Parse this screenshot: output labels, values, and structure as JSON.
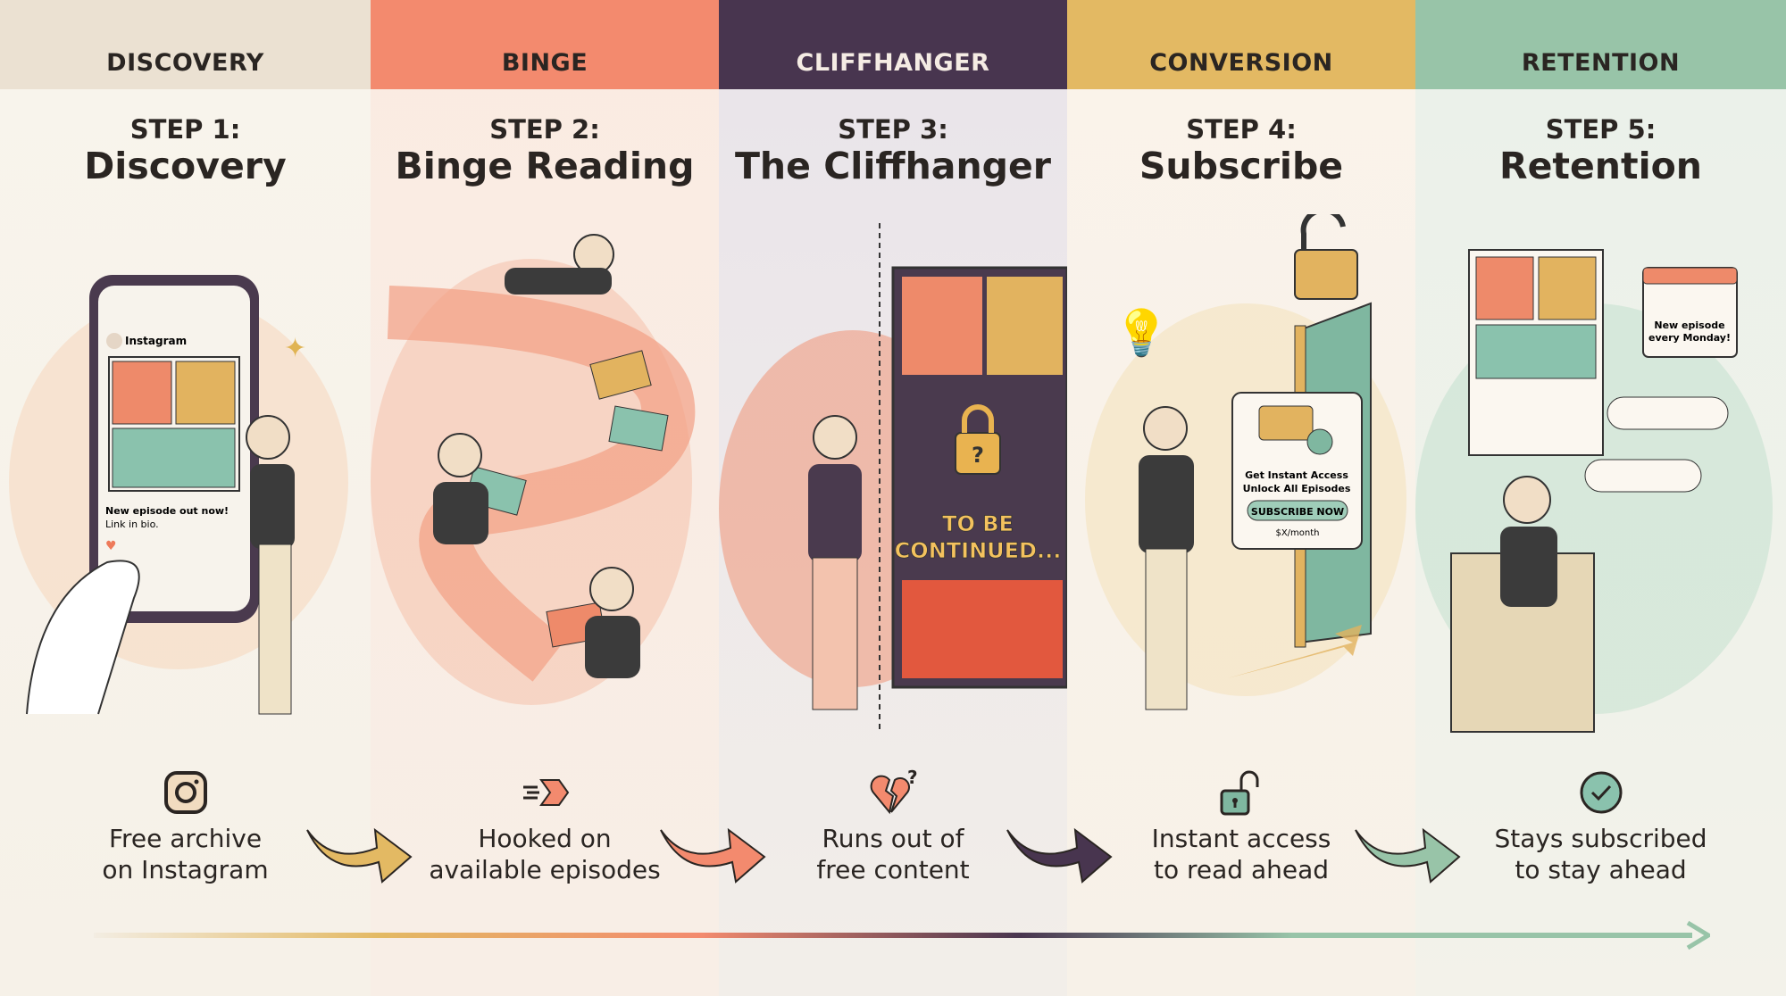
{
  "colors": {
    "discovery": "#ebe1d2",
    "binge": "#f38a6e",
    "cliffhanger": "#48354f",
    "conversion": "#e3b963",
    "retention": "#98c4a8"
  },
  "stages": [
    {
      "header": "DISCOVERY",
      "step": "STEP 1:",
      "title": "Discovery",
      "caption_line1": "Free archive",
      "caption_line2": "on Instagram",
      "icon": "instagram-icon"
    },
    {
      "header": "BINGE",
      "step": "STEP 2:",
      "title": "Binge Reading",
      "caption_line1": "Hooked on",
      "caption_line2": "available episodes",
      "icon": "fast-arrow-icon"
    },
    {
      "header": "CLIFFHANGER",
      "step": "STEP 3:",
      "title": "The Cliffhanger",
      "caption_line1": "Runs out of",
      "caption_line2": "free content",
      "icon": "broken-heart-question-icon"
    },
    {
      "header": "CONVERSION",
      "step": "STEP 4:",
      "title": "Subscribe",
      "caption_line1": "Instant access",
      "caption_line2": "to read ahead",
      "icon": "unlock-icon"
    },
    {
      "header": "RETENTION",
      "step": "STEP 5:",
      "title": "Retention",
      "caption_line1": "Stays subscribed",
      "caption_line2": "to stay ahead",
      "icon": "check-circle-icon"
    }
  ],
  "phone": {
    "account": "Instagram",
    "post_title": "New episode out now!",
    "post_sub": "Link in bio."
  },
  "cliffhanger": {
    "banner_line1": "TO BE",
    "banner_line2": "CONTINUED..."
  },
  "paywall": {
    "line1": "Get Instant Access",
    "line2": "Unlock All Episodes",
    "button": "SUBSCRIBE NOW",
    "price": "$X/month"
  },
  "calendar": {
    "line1": "New episode",
    "line2": "every Monday!"
  }
}
